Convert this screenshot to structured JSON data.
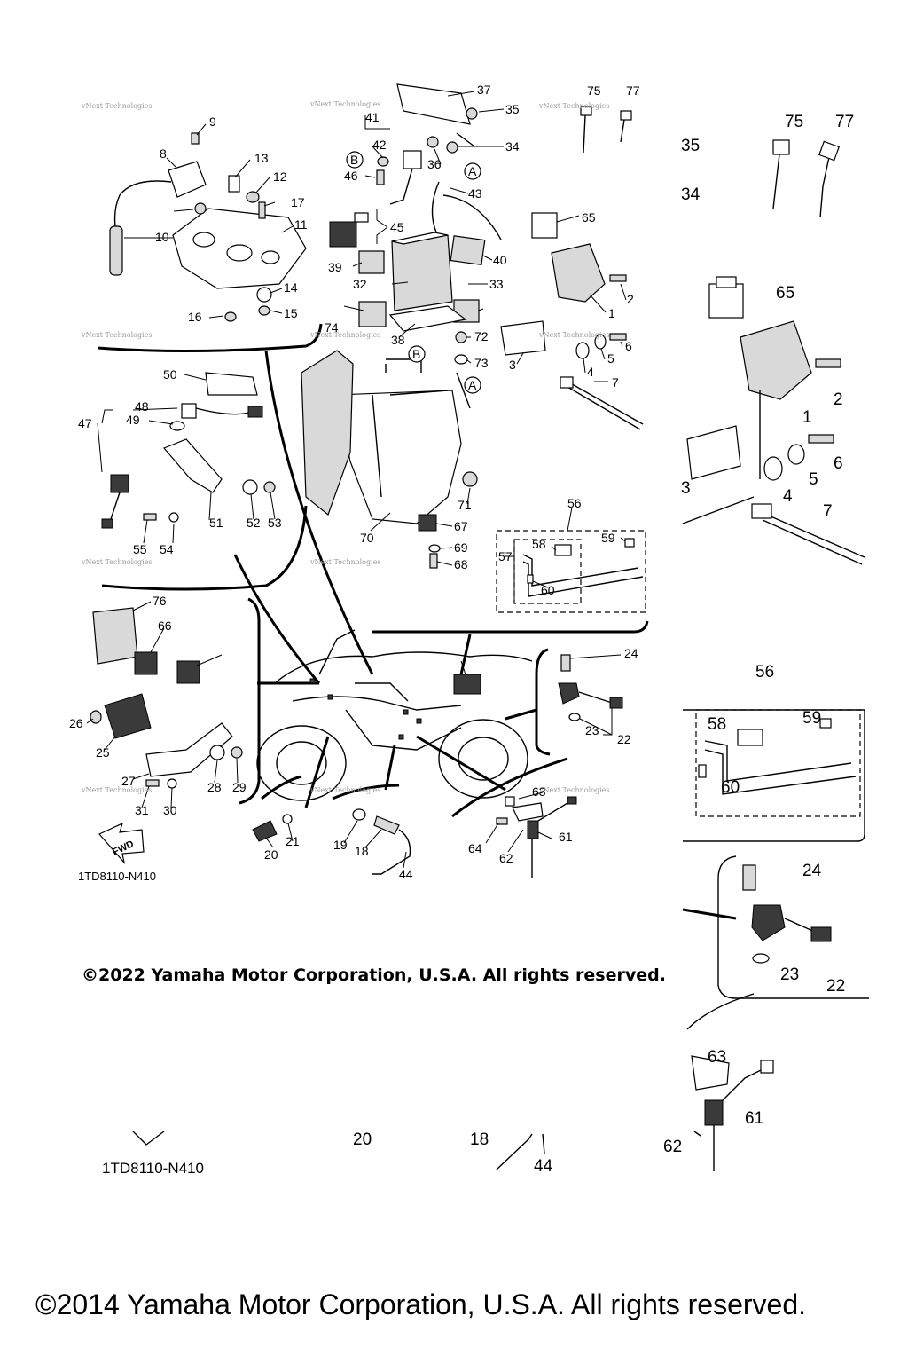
{
  "diagram": {
    "part_code_small": "1TD8110-N410",
    "part_code_large": "1TD8110-N410",
    "fwd_label": "FWD",
    "watermark": "vNext Technologies",
    "callout_a": "A",
    "callout_b": "B",
    "copyright_front": "©2022 Yamaha Motor Corporation, U.S.A. All rights reserved.",
    "copyright_back": "©2014 Yamaha Motor Corporation, U.S.A. All rights reserved.",
    "part_numbers_small": [
      "1",
      "2",
      "3",
      "4",
      "5",
      "6",
      "7",
      "8",
      "9",
      "10",
      "11",
      "12",
      "13",
      "14",
      "15",
      "16",
      "17",
      "18",
      "19",
      "20",
      "21",
      "22",
      "23",
      "24",
      "25",
      "26",
      "27",
      "28",
      "29",
      "30",
      "31",
      "32",
      "33",
      "34",
      "35",
      "36",
      "37",
      "38",
      "39",
      "40",
      "41",
      "42",
      "43",
      "44",
      "45",
      "46",
      "47",
      "48",
      "49",
      "50",
      "51",
      "52",
      "53",
      "54",
      "55",
      "56",
      "57",
      "58",
      "59",
      "60",
      "61",
      "62",
      "63",
      "64",
      "65",
      "66",
      "67",
      "68",
      "69",
      "70",
      "71",
      "72",
      "73",
      "74",
      "75",
      "76",
      "77"
    ],
    "part_numbers_large": [
      "75",
      "77",
      "35",
      "34",
      "65",
      "1",
      "2",
      "3",
      "4",
      "5",
      "6",
      "7",
      "56",
      "58",
      "59",
      "60",
      "24",
      "23",
      "22",
      "63",
      "61",
      "62",
      "20",
      "18",
      "44"
    ]
  }
}
